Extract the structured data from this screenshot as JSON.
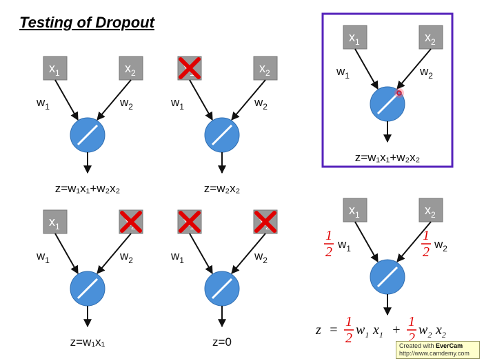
{
  "title": "Testing of Dropout",
  "colors": {
    "input_box": "#999999",
    "neuron": "#4a90d9",
    "drop_cross": "#e00000",
    "highlight_frame": "#5522bb",
    "badge_bg": "#ffffcc"
  },
  "labels": {
    "x1": "x",
    "x2": "x",
    "w": "w",
    "sub1": "1",
    "sub2": "2"
  },
  "panels": {
    "full": {
      "output": "z=w₁x₁+w₂x₂"
    },
    "drop_x1": {
      "output": "z=w₂x₂"
    },
    "drop_x2": {
      "output": "z=w₁x₁"
    },
    "drop_both": {
      "output": "z=0"
    },
    "train": {
      "output": "z=w₁x₁+w₂x₂"
    },
    "test": {
      "half_num": "1",
      "half_den": "2",
      "z": "z",
      "eq": "=",
      "plus": "+"
    }
  },
  "badge": {
    "prefix": "Created with",
    "brand": "EverCam",
    "url": "http://www.camdemy.com"
  }
}
